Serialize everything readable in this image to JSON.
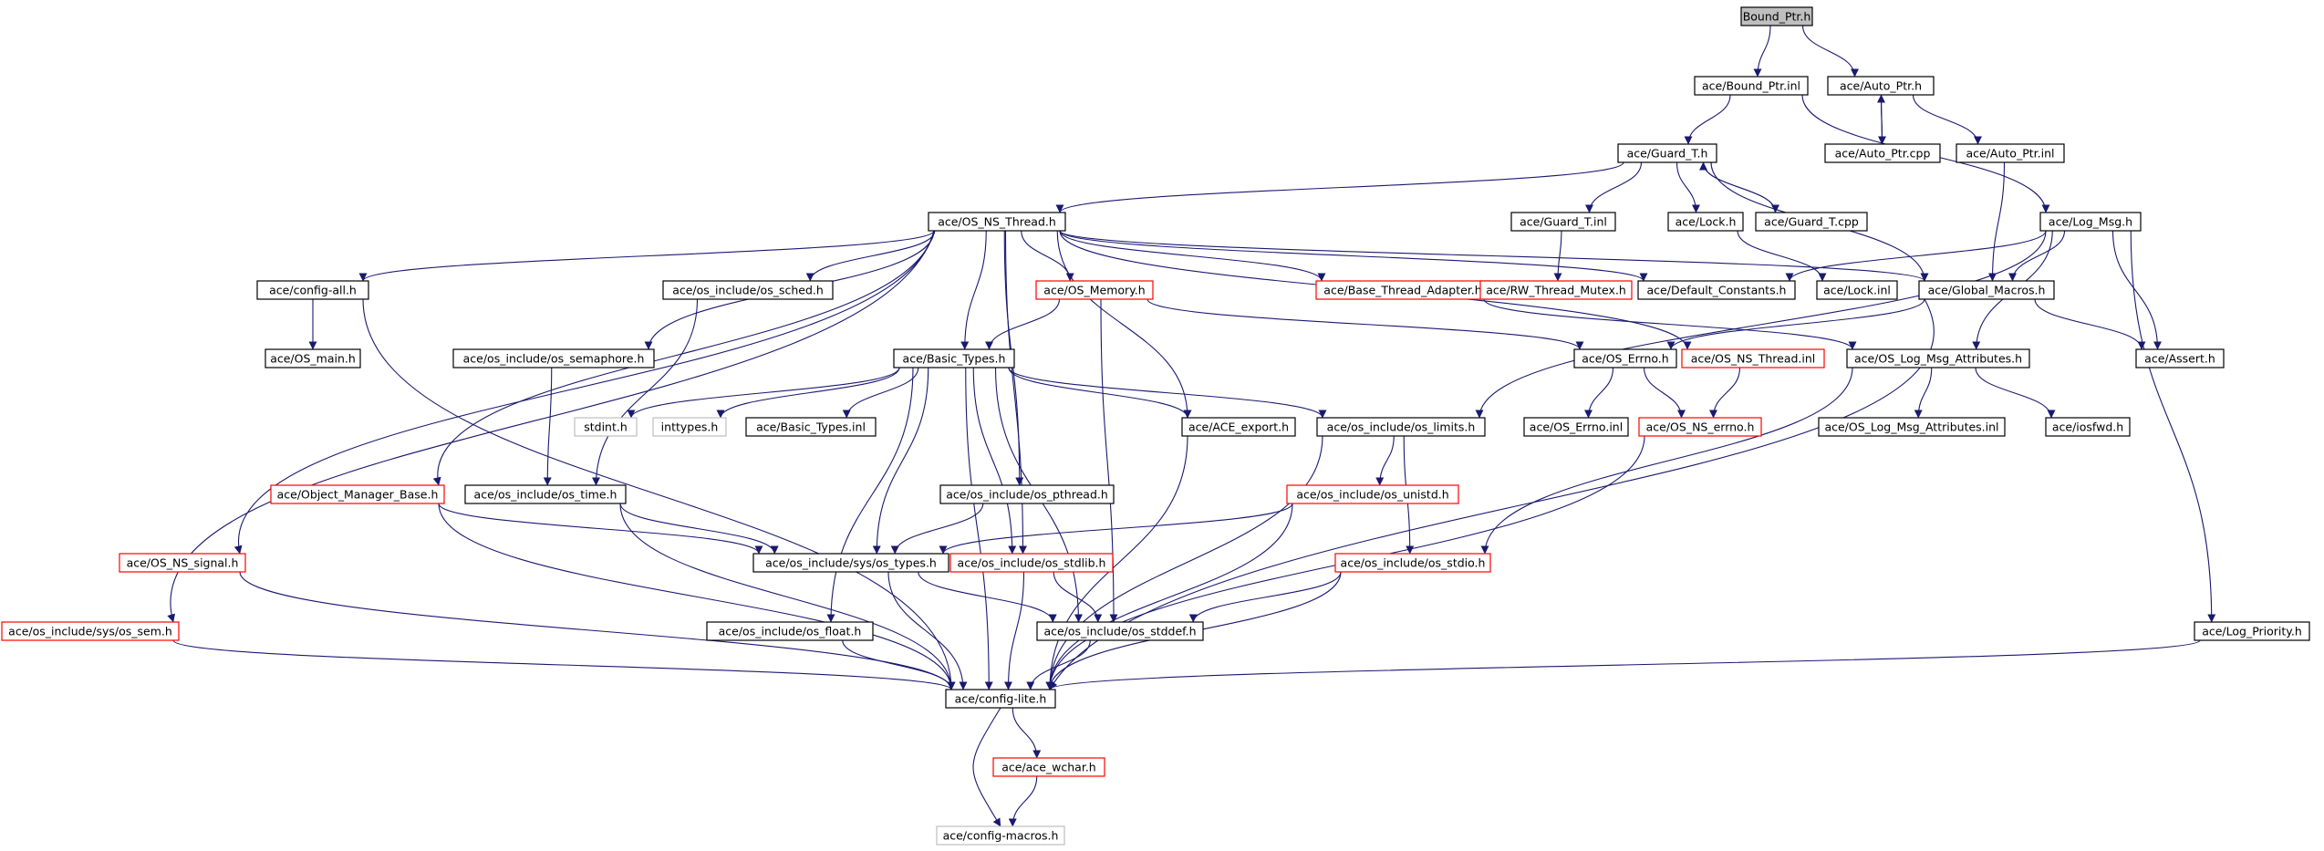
{
  "colors": {
    "edge": "#191970",
    "node_border": "#000000",
    "incomplete_border": "#ff0000",
    "external_border": "#bfbfbf",
    "root_fill": "#bfbfbf"
  },
  "nodes": [
    {
      "id": "bound_ptr_h",
      "label": "Bound_Ptr.h",
      "kind": "root"
    },
    {
      "id": "bound_ptr_inl",
      "label": "ace/Bound_Ptr.inl",
      "kind": "normal"
    },
    {
      "id": "auto_ptr_h",
      "label": "ace/Auto_Ptr.h",
      "kind": "normal"
    },
    {
      "id": "auto_ptr_cpp",
      "label": "ace/Auto_Ptr.cpp",
      "kind": "normal"
    },
    {
      "id": "auto_ptr_inl",
      "label": "ace/Auto_Ptr.inl",
      "kind": "normal"
    },
    {
      "id": "guard_t_h",
      "label": "ace/Guard_T.h",
      "kind": "normal"
    },
    {
      "id": "os_ns_thread_h",
      "label": "ace/OS_NS_Thread.h",
      "kind": "normal"
    },
    {
      "id": "guard_t_inl",
      "label": "ace/Guard_T.inl",
      "kind": "normal"
    },
    {
      "id": "lock_h",
      "label": "ace/Lock.h",
      "kind": "normal"
    },
    {
      "id": "guard_t_cpp",
      "label": "ace/Guard_T.cpp",
      "kind": "normal"
    },
    {
      "id": "log_msg_h",
      "label": "ace/Log_Msg.h",
      "kind": "normal"
    },
    {
      "id": "config_all_h",
      "label": "ace/config-all.h",
      "kind": "normal"
    },
    {
      "id": "os_sched_h",
      "label": "ace/os_include/os_sched.h",
      "kind": "normal"
    },
    {
      "id": "os_memory_h",
      "label": "ace/OS_Memory.h",
      "kind": "red"
    },
    {
      "id": "base_thread_adapter_h",
      "label": "ace/Base_Thread_Adapter.h",
      "kind": "red"
    },
    {
      "id": "rw_thread_mutex_h",
      "label": "ace/RW_Thread_Mutex.h",
      "kind": "red"
    },
    {
      "id": "default_constants_h",
      "label": "ace/Default_Constants.h",
      "kind": "normal"
    },
    {
      "id": "lock_inl",
      "label": "ace/Lock.inl",
      "kind": "normal"
    },
    {
      "id": "global_macros_h",
      "label": "ace/Global_Macros.h",
      "kind": "normal"
    },
    {
      "id": "os_main_h",
      "label": "ace/OS_main.h",
      "kind": "normal"
    },
    {
      "id": "os_semaphore_h",
      "label": "ace/os_include/os_semaphore.h",
      "kind": "normal"
    },
    {
      "id": "basic_types_h",
      "label": "ace/Basic_Types.h",
      "kind": "normal"
    },
    {
      "id": "os_errno_h",
      "label": "ace/OS_Errno.h",
      "kind": "normal"
    },
    {
      "id": "os_ns_thread_inl",
      "label": "ace/OS_NS_Thread.inl",
      "kind": "red"
    },
    {
      "id": "os_log_msg_attributes_h",
      "label": "ace/OS_Log_Msg_Attributes.h",
      "kind": "normal"
    },
    {
      "id": "assert_h",
      "label": "ace/Assert.h",
      "kind": "normal"
    },
    {
      "id": "stdint_h",
      "label": "stdint.h",
      "kind": "gray"
    },
    {
      "id": "inttypes_h",
      "label": "inttypes.h",
      "kind": "gray"
    },
    {
      "id": "basic_types_inl",
      "label": "ace/Basic_Types.inl",
      "kind": "normal"
    },
    {
      "id": "ace_export_h",
      "label": "ace/ACE_export.h",
      "kind": "normal"
    },
    {
      "id": "os_limits_h",
      "label": "ace/os_include/os_limits.h",
      "kind": "normal"
    },
    {
      "id": "os_errno_inl",
      "label": "ace/OS_Errno.inl",
      "kind": "normal"
    },
    {
      "id": "os_ns_errno_h",
      "label": "ace/OS_NS_errno.h",
      "kind": "red"
    },
    {
      "id": "os_log_msg_attributes_inl",
      "label": "ace/OS_Log_Msg_Attributes.inl",
      "kind": "normal"
    },
    {
      "id": "iosfwd_h",
      "label": "ace/iosfwd.h",
      "kind": "normal"
    },
    {
      "id": "object_manager_base_h",
      "label": "ace/Object_Manager_Base.h",
      "kind": "red"
    },
    {
      "id": "os_time_h",
      "label": "ace/os_include/os_time.h",
      "kind": "normal"
    },
    {
      "id": "os_pthread_h",
      "label": "ace/os_include/os_pthread.h",
      "kind": "normal"
    },
    {
      "id": "os_unistd_h",
      "label": "ace/os_include/os_unistd.h",
      "kind": "red"
    },
    {
      "id": "os_ns_signal_h",
      "label": "ace/OS_NS_signal.h",
      "kind": "red"
    },
    {
      "id": "sys_os_types_h",
      "label": "ace/os_include/sys/os_types.h",
      "kind": "normal"
    },
    {
      "id": "os_stdlib_h",
      "label": "ace/os_include/os_stdlib.h",
      "kind": "red"
    },
    {
      "id": "os_stdio_h",
      "label": "ace/os_include/os_stdio.h",
      "kind": "red"
    },
    {
      "id": "sys_os_sem_h",
      "label": "ace/os_include/sys/os_sem.h",
      "kind": "red"
    },
    {
      "id": "os_float_h",
      "label": "ace/os_include/os_float.h",
      "kind": "normal"
    },
    {
      "id": "os_stddef_h",
      "label": "ace/os_include/os_stddef.h",
      "kind": "normal"
    },
    {
      "id": "log_priority_h",
      "label": "ace/Log_Priority.h",
      "kind": "normal"
    },
    {
      "id": "config_lite_h",
      "label": "ace/config-lite.h",
      "kind": "normal"
    },
    {
      "id": "ace_wchar_h",
      "label": "ace/ace_wchar.h",
      "kind": "red"
    },
    {
      "id": "config_macros_h",
      "label": "ace/config-macros.h",
      "kind": "gray"
    }
  ],
  "edges": [
    [
      "bound_ptr_h",
      "bound_ptr_inl"
    ],
    [
      "bound_ptr_h",
      "auto_ptr_h"
    ],
    [
      "auto_ptr_h",
      "auto_ptr_cpp"
    ],
    [
      "auto_ptr_cpp",
      "auto_ptr_h"
    ],
    [
      "auto_ptr_h",
      "auto_ptr_inl"
    ],
    [
      "bound_ptr_inl",
      "guard_t_h"
    ],
    [
      "bound_ptr_inl",
      "log_msg_h"
    ],
    [
      "auto_ptr_inl",
      "global_macros_h"
    ],
    [
      "guard_t_h",
      "os_ns_thread_h"
    ],
    [
      "guard_t_h",
      "guard_t_inl"
    ],
    [
      "guard_t_h",
      "lock_h"
    ],
    [
      "guard_t_h",
      "guard_t_cpp"
    ],
    [
      "guard_t_cpp",
      "guard_t_h"
    ],
    [
      "guard_t_h",
      "global_macros_h"
    ],
    [
      "guard_t_inl",
      "rw_thread_mutex_h"
    ],
    [
      "lock_h",
      "lock_inl"
    ],
    [
      "log_msg_h",
      "default_constants_h"
    ],
    [
      "log_msg_h",
      "global_macros_h"
    ],
    [
      "log_msg_h",
      "assert_h"
    ],
    [
      "log_msg_h",
      "os_log_msg_attributes_h"
    ],
    [
      "log_msg_h",
      "os_limits_h"
    ],
    [
      "log_msg_h",
      "log_priority_h"
    ],
    [
      "os_ns_thread_h",
      "config_all_h"
    ],
    [
      "os_ns_thread_h",
      "os_sched_h"
    ],
    [
      "os_ns_thread_h",
      "os_memory_h"
    ],
    [
      "os_ns_thread_h",
      "base_thread_adapter_h"
    ],
    [
      "os_ns_thread_h",
      "default_constants_h"
    ],
    [
      "os_ns_thread_h",
      "global_macros_h"
    ],
    [
      "os_ns_thread_h",
      "os_semaphore_h"
    ],
    [
      "os_ns_thread_h",
      "basic_types_h"
    ],
    [
      "os_ns_thread_h",
      "object_manager_base_h"
    ],
    [
      "os_ns_thread_h",
      "os_ns_signal_h"
    ],
    [
      "os_ns_thread_h",
      "sys_os_sem_h"
    ],
    [
      "os_ns_thread_h",
      "os_pthread_h"
    ],
    [
      "os_ns_thread_h",
      "ace_export_h"
    ],
    [
      "os_ns_thread_h",
      "os_ns_thread_inl"
    ],
    [
      "os_ns_thread_h",
      "os_stdlib_h"
    ],
    [
      "config_all_h",
      "os_main_h"
    ],
    [
      "config_all_h",
      "config_lite_h"
    ],
    [
      "os_sched_h",
      "os_time_h"
    ],
    [
      "os_memory_h",
      "basic_types_h"
    ],
    [
      "os_memory_h",
      "os_errno_h"
    ],
    [
      "os_memory_h",
      "os_stddef_h"
    ],
    [
      "base_thread_adapter_h",
      "os_log_msg_attributes_h"
    ],
    [
      "global_macros_h",
      "os_errno_h"
    ],
    [
      "global_macros_h",
      "assert_h"
    ],
    [
      "global_macros_h",
      "config_lite_h"
    ],
    [
      "os_semaphore_h",
      "os_time_h"
    ],
    [
      "basic_types_h",
      "stdint_h"
    ],
    [
      "basic_types_h",
      "inttypes_h"
    ],
    [
      "basic_types_h",
      "basic_types_inl"
    ],
    [
      "basic_types_h",
      "ace_export_h"
    ],
    [
      "basic_types_h",
      "os_limits_h"
    ],
    [
      "basic_types_h",
      "sys_os_types_h"
    ],
    [
      "basic_types_h",
      "os_float_h"
    ],
    [
      "basic_types_h",
      "os_stddef_h"
    ],
    [
      "basic_types_h",
      "os_stdlib_h"
    ],
    [
      "basic_types_h",
      "config_lite_h"
    ],
    [
      "os_errno_h",
      "os_errno_inl"
    ],
    [
      "os_errno_h",
      "os_ns_errno_h"
    ],
    [
      "os_ns_thread_inl",
      "os_ns_errno_h"
    ],
    [
      "os_log_msg_attributes_h",
      "os_log_msg_attributes_inl"
    ],
    [
      "os_log_msg_attributes_h",
      "iosfwd_h"
    ],
    [
      "os_log_msg_attributes_h",
      "os_stdio_h"
    ],
    [
      "ace_export_h",
      "config_lite_h"
    ],
    [
      "os_limits_h",
      "os_unistd_h"
    ],
    [
      "os_limits_h",
      "os_stdio_h"
    ],
    [
      "os_limits_h",
      "config_lite_h"
    ],
    [
      "os_ns_errno_h",
      "config_lite_h"
    ],
    [
      "object_manager_base_h",
      "sys_os_types_h"
    ],
    [
      "object_manager_base_h",
      "config_lite_h"
    ],
    [
      "os_time_h",
      "sys_os_types_h"
    ],
    [
      "os_time_h",
      "config_lite_h"
    ],
    [
      "os_pthread_h",
      "sys_os_types_h"
    ],
    [
      "os_unistd_h",
      "sys_os_types_h"
    ],
    [
      "os_unistd_h",
      "config_lite_h"
    ],
    [
      "os_ns_signal_h",
      "config_lite_h"
    ],
    [
      "sys_os_types_h",
      "os_stddef_h"
    ],
    [
      "sys_os_types_h",
      "config_lite_h"
    ],
    [
      "os_stdlib_h",
      "os_stddef_h"
    ],
    [
      "os_stdlib_h",
      "config_lite_h"
    ],
    [
      "os_stdio_h",
      "os_stddef_h"
    ],
    [
      "os_stdio_h",
      "config_lite_h"
    ],
    [
      "sys_os_sem_h",
      "config_lite_h"
    ],
    [
      "os_float_h",
      "config_lite_h"
    ],
    [
      "os_stddef_h",
      "config_lite_h"
    ],
    [
      "log_priority_h",
      "config_lite_h"
    ],
    [
      "config_lite_h",
      "ace_wchar_h"
    ],
    [
      "config_lite_h",
      "config_macros_h"
    ],
    [
      "ace_wchar_h",
      "config_macros_h"
    ]
  ]
}
